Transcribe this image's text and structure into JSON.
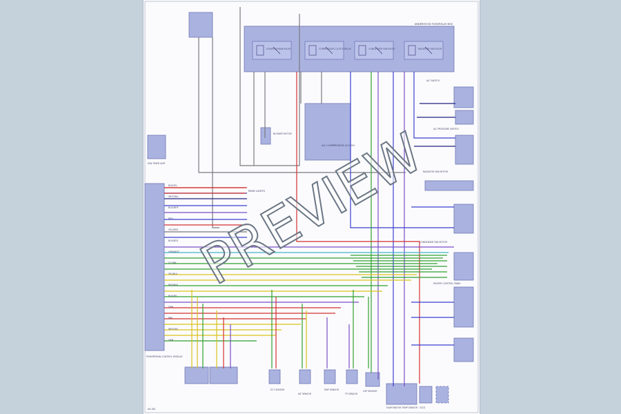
{
  "watermark": "PREVIEW",
  "relay_box_label": "UNDERHOOD FUSE/RELAY BOX",
  "relays": [
    {
      "id": "r1",
      "label": "ECM/PCM MAIN RELAY"
    },
    {
      "id": "r2",
      "label": "COMPRESSOR CLUTCH RELAY"
    },
    {
      "id": "r3",
      "label": "CONDENSER FAN RELAY"
    },
    {
      "id": "r4",
      "label": "RADIATOR FAN RELAY"
    }
  ],
  "components": {
    "ecm": "POWERTRAIN CONTROL MODULE",
    "compressor": "A/C COMPRESSOR CLUTCH",
    "blower": "BLOWER MOTOR",
    "rear_lights": "REAR LIGHTS",
    "ac_switch": "A/C SWITCH",
    "pressure_switch": "A/C PRESSURE SWITCH",
    "fan_motor": "RADIATOR FAN MOTOR",
    "cond_fan": "CONDENSER FAN MOTOR",
    "heater_control": "HEATER CONTROL PANEL",
    "ect_sensor": "ECT SENSOR",
    "iat_sensor": "IAT SENSOR",
    "map_sensor": "MAP SENSOR",
    "tp_sensor": "TP SENSOR",
    "ckp_sensor": "CKP SENSOR",
    "evap_thermo": "EVAPORATOR TEMP SENSOR",
    "fan_timer": "FAN TIMER UNIT",
    "ground": "G101"
  },
  "wire_labels": [
    "BLK/YEL",
    "WHT/BLU",
    "BLU/WHT",
    "RED",
    "YEL/GRN",
    "BLU/RED",
    "GRN/WHT",
    "LT GRN",
    "YEL/BLU",
    "RED/BLK",
    "BLU/YEL",
    "GRN",
    "PNK",
    "WHT/YEL",
    "ORN"
  ],
  "page_number": "A9-162",
  "colors": {
    "blue": "#3a3fd0",
    "red": "#d43030",
    "green": "#2ea02e",
    "yellow": "#d9c21a",
    "cyan": "#3cb6c9",
    "purple": "#7a4cc8",
    "grey": "#7a7a80",
    "darkblue": "#202080"
  }
}
